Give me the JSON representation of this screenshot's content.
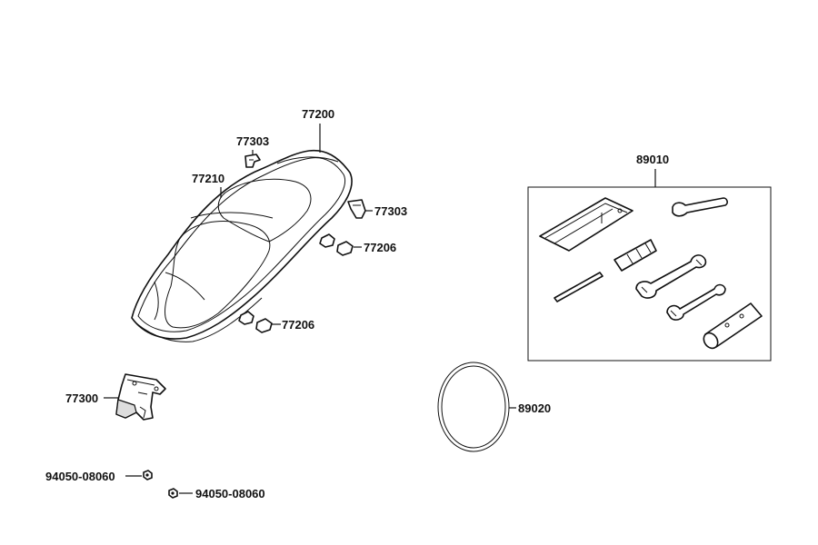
{
  "labels": {
    "seat": "77200",
    "seat_cover": "77210",
    "bracket_top": "77303",
    "bracket_right": "77303",
    "rubber_upper": "77206",
    "rubber_lower": "77206",
    "lock_assembly": "77300",
    "nut_upper": "94050-08060",
    "nut_lower": "94050-08060",
    "tool_kit": "89010",
    "band": "89020"
  }
}
